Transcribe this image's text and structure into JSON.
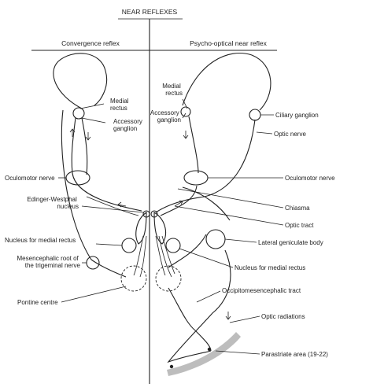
{
  "title": "NEAR REFLEXES",
  "left_panel": {
    "heading": "Convergence reflex",
    "labels": {
      "medial_rectus": [
        "Medial",
        "rectus"
      ],
      "accessory_ganglion": [
        "Accessory",
        "ganglion"
      ],
      "oculomotor_nerve": "Oculomotor nerve",
      "edinger_westphal": [
        "Edinger-Westphal",
        "nucleus"
      ],
      "nucleus_medial_rectus": "Nucleus for medial rectus",
      "mesencephalic_root": [
        "Mesencephalic root of",
        "the trigeminal nerve"
      ],
      "pontine_centre": "Pontine centre"
    }
  },
  "right_panel": {
    "heading": "Psycho-optical near reflex",
    "labels": {
      "medial_rectus": [
        "Medial",
        "rectus"
      ],
      "accessory_ganglion": [
        "Accessory",
        "ganglion"
      ],
      "ciliary_ganglion": "Ciliary ganglion",
      "optic_nerve": "Optic nerve",
      "oculomotor_nerve": "Oculomotor nerve",
      "chiasma": "Chiasma",
      "optic_tract": "Optic tract",
      "lateral_geniculate_body": "Lateral geniculate body",
      "nucleus_medial_rectus": "Nucleus for medial rectus",
      "occipitomesencephalic_tract": "Occipitomesencephalic tract",
      "optic_radiations": "Optic radiations",
      "parastriate_area": "Parastriate area (19-22)"
    }
  }
}
